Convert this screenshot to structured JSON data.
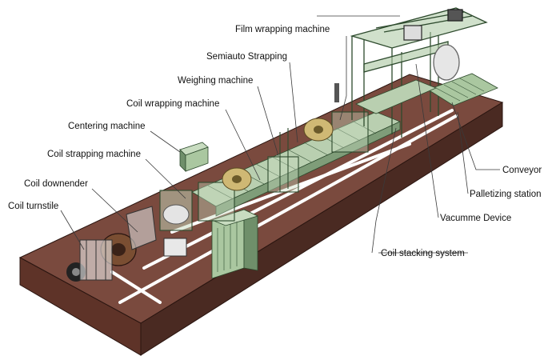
{
  "colors": {
    "floor_top": "#7a4a3e",
    "floor_front": "#5e3328",
    "floor_side": "#4a2a22",
    "track": "#ffffff",
    "machine": "#aac7a0",
    "machine_dark": "#6f8f6a",
    "coil_gold": "#cfb874",
    "coil_brown": "#7a4e32",
    "leader": "#3a3a3a"
  },
  "labels": {
    "film_wrapping_machine": "Film wrapping machine",
    "semiauto_strapping": "Semiauto Strapping",
    "weighing_machine": "Weighing machine",
    "coil_wrapping_machine": "Coil wrapping machine",
    "centering_machine": "Centering machine",
    "coil_strapping_machine": "Coil strapping machine",
    "coil_downender": "Coil downender",
    "coil_turnstile": "Coil turnstile",
    "conveyor": "Conveyor",
    "palletizing_station": "Palletizing station",
    "vacumme_device": "Vacumme Device",
    "coil_stacking_system": "Coil stacking system"
  }
}
